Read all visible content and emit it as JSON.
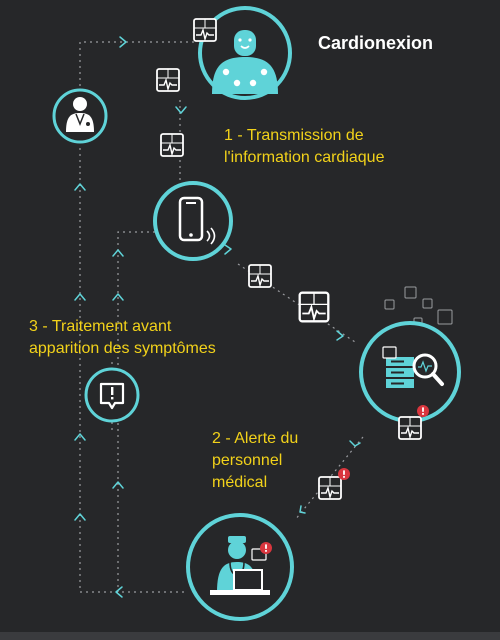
{
  "title": "Cardionexion",
  "steps": {
    "step1": {
      "line1": "1 - Transmission de",
      "line2": "l'information cardiaque"
    },
    "step2": {
      "line1": "2 - Alerte du",
      "line2": "personnel",
      "line3": "médical"
    },
    "step3": {
      "line1": "3 - Traitement avant",
      "line2": "apparition des symptômes"
    }
  },
  "colors": {
    "background": "#262729",
    "accent": "#5fd3d8",
    "dotted_line": "#9a9ca0",
    "label_yellow": "#f2d21a",
    "alert_red": "#d9363e",
    "icon_white": "#ffffff"
  },
  "icons": [
    "patient-sensors-icon",
    "doctor-icon",
    "smartphone-icon",
    "server-analysis-icon",
    "alert-bubble-icon",
    "nurse-computer-icon",
    "ecg-card-icon",
    "warning-icon"
  ]
}
